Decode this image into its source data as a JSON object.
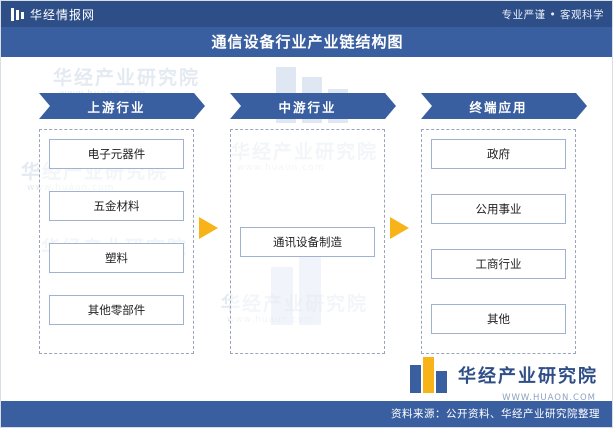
{
  "header": {
    "brand": "华经情报网",
    "slogan": "专业严谨 • 客观科学",
    "logo_icon": "bars-logo-icon"
  },
  "title": "通信设备行业产业链结构图",
  "columns": [
    {
      "head": "上游行业",
      "nodes": [
        "电子元器件",
        "五金材料",
        "塑料",
        "其他零部件"
      ]
    },
    {
      "head": "中游行业",
      "nodes": [
        "通讯设备制造"
      ]
    },
    {
      "head": "终端应用",
      "nodes": [
        "政府",
        "公用事业",
        "工商行业",
        "其他"
      ]
    }
  ],
  "arrows": {
    "icon": "right-arrow-icon",
    "color": "#f7b318"
  },
  "watermarks": {
    "brand_cn": "华经产业研究院",
    "brand_url": "www.huaon.com"
  },
  "bottom_logo": {
    "text": "华经产业研究院",
    "url": "WWW.HUAON.COM",
    "icon": "huaon-logo-icon"
  },
  "footer": {
    "source": "资料来源：公开资料、华经产业研究院整理"
  },
  "colors": {
    "brand_blue": "#2e4e87",
    "band_blue": "#3a5fa0",
    "accent_yellow": "#f7b318",
    "node_border": "#9fb3d1"
  }
}
